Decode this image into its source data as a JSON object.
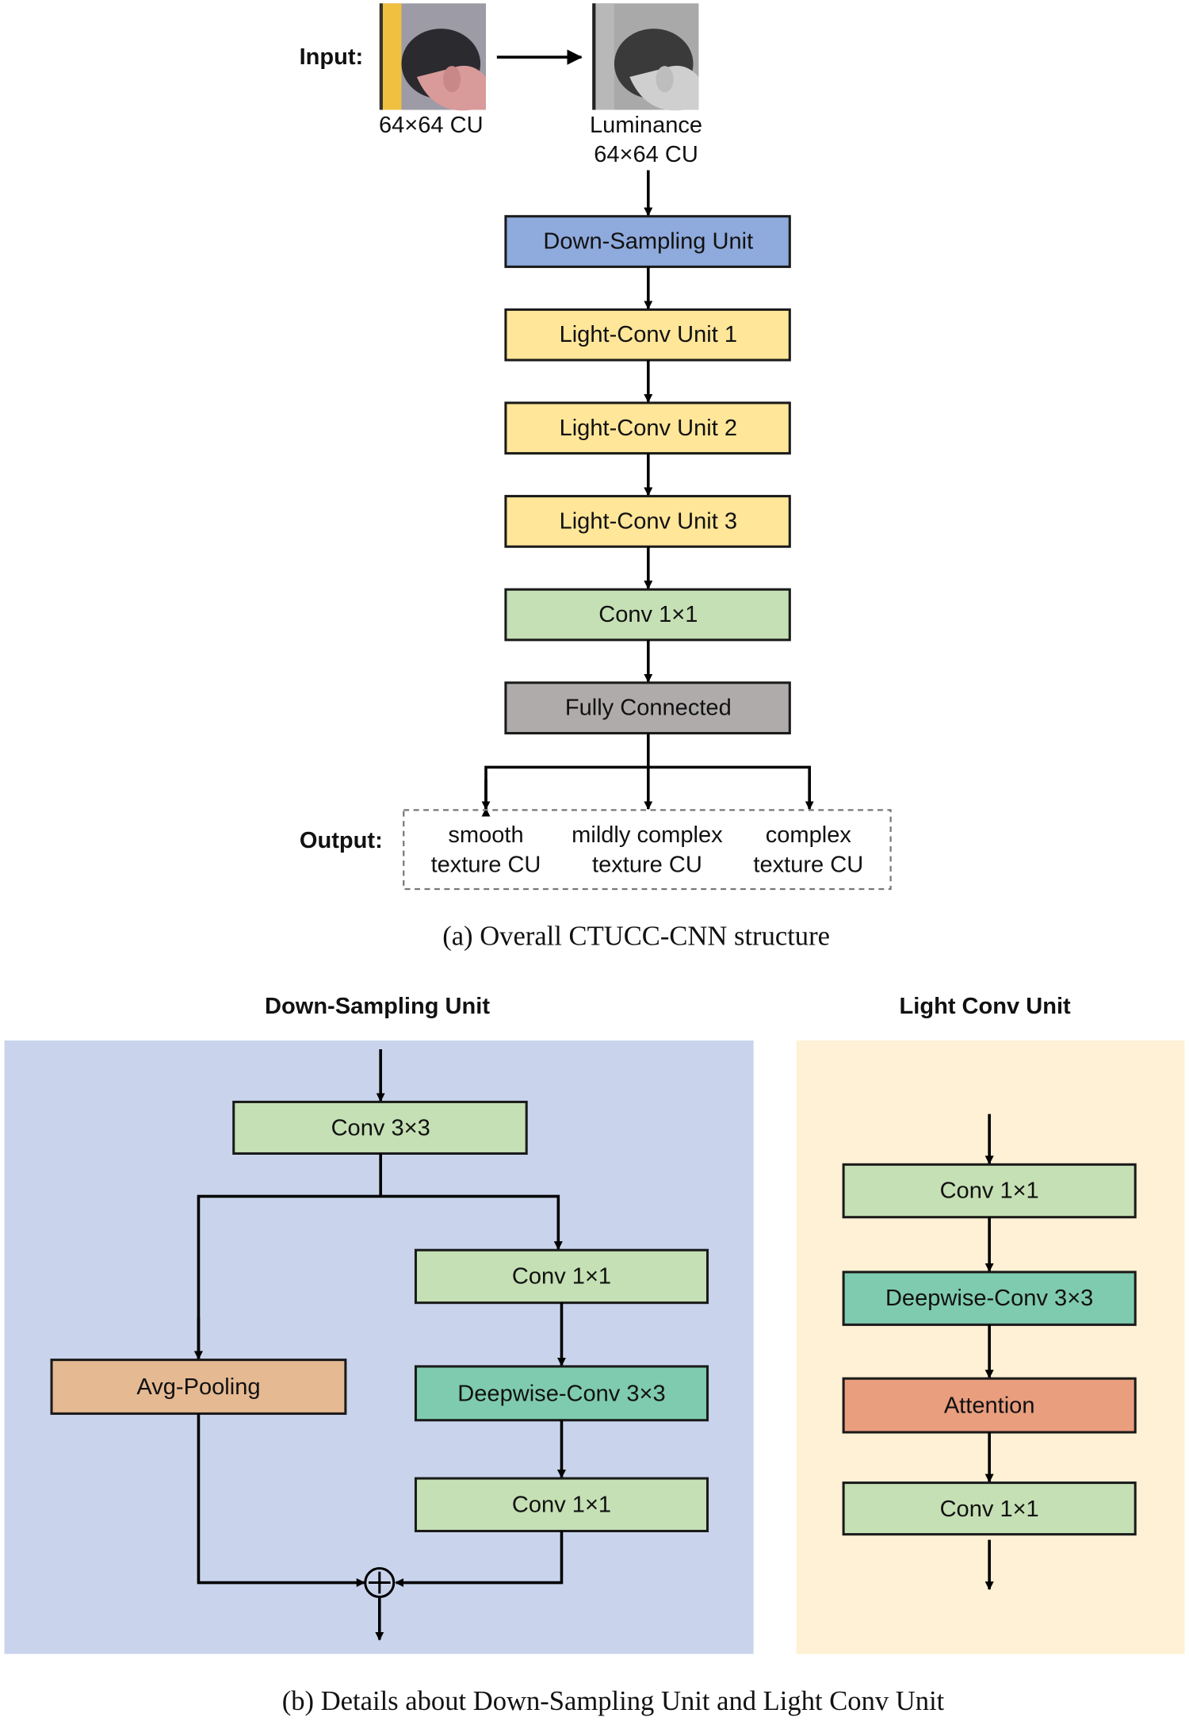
{
  "colors": {
    "down_sampling": "#8FAADC",
    "light_conv": "#FFE699",
    "conv": "#C5E0B4",
    "fully_connected": "#AFABAB",
    "deepwise": "#7FCBB0",
    "avg_pooling": "#E5B992",
    "attention": "#E99E7E",
    "ds_panel": "#C9D4EC",
    "lc_panel": "#FFF1D5"
  },
  "part_a": {
    "input_label": "Input:",
    "input_caption": "64×64 CU",
    "luminance_caption_1": "Luminance",
    "luminance_caption_2": "64×64 CU",
    "blocks": [
      "Down-Sampling Unit",
      "Light-Conv Unit 1",
      "Light-Conv Unit 2",
      "Light-Conv Unit 3",
      "Conv 1×1",
      "Fully Connected"
    ],
    "output_label": "Output:",
    "outputs": [
      {
        "line1": "smooth",
        "line2": "texture CU"
      },
      {
        "line1": "mildly complex",
        "line2": "texture CU"
      },
      {
        "line1": "complex",
        "line2": "texture CU"
      }
    ],
    "caption": "(a) Overall CTUCC-CNN structure"
  },
  "part_b": {
    "down_sampling": {
      "title": "Down-Sampling Unit",
      "conv3": "Conv 3×3",
      "conv1a": "Conv 1×1",
      "deepwise": "Deepwise-Conv 3×3",
      "conv1b": "Conv 1×1",
      "avg_pool": "Avg-Pooling"
    },
    "light_conv": {
      "title": "Light Conv Unit",
      "conv1a": "Conv 1×1",
      "deepwise": "Deepwise-Conv 3×3",
      "attention": "Attention",
      "conv1b": "Conv 1×1"
    },
    "caption": "(b) Details about Down-Sampling Unit and Light Conv Unit"
  }
}
